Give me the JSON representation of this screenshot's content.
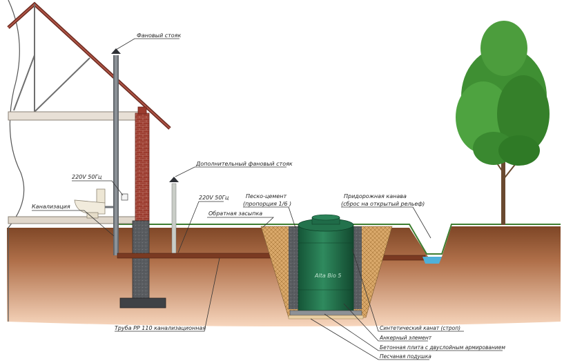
{
  "labels": {
    "vent_riser": "Фановый стояк",
    "extra_vent_riser": "Дополнительный фановый стояк",
    "power_left": "220V 50Гц",
    "power_right": "220V 50Гц",
    "sewage": "Канализация",
    "sand_cement": "Песко-цемент",
    "sand_cement_ratio": "(пропорция 1/6 )",
    "backfill": "Обратная засыпка",
    "roadside_ditch_1": "Придорожная канава",
    "roadside_ditch_2": "(сброс на открытый рельеф)",
    "pipe": "Труба РР 110 канализационная",
    "synthetic_rope": "Синтетический канат (строп)",
    "anchor": "Анкерный элемент",
    "concrete_slab": "Бетонная плита с двуслойным армированием",
    "sand_cushion": "Песчаная подушка",
    "tank_name": "Alta Bio 5"
  },
  "colors": {
    "soil_top": "#8a4f2c",
    "soil_bottom": "#f3c9a8",
    "brick": "#9b3b2e",
    "tank": "#1f6b48",
    "pipe": "#7a3a22",
    "riser": "#6f7378",
    "sand_fill": "#d6a55d",
    "water": "#4fb0d8",
    "grass_line": "#3e7d2f",
    "tree_green": "#3f8f33"
  }
}
